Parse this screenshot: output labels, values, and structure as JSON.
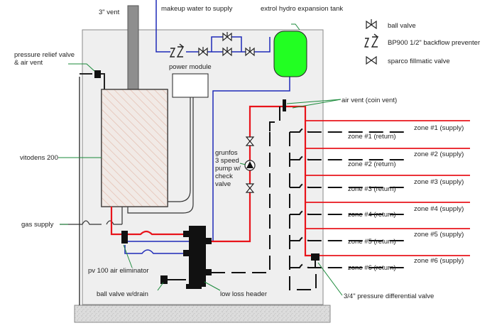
{
  "labels": {
    "vent": "3\" vent",
    "makeup_water": "makeup water to supply",
    "expansion_tank": "extrol hydro expansion tank",
    "pressure_relief_line1": "pressure relief valve",
    "pressure_relief_line2": "& air vent",
    "power_module": "power module",
    "air_vent": "air vent (coin vent)",
    "pump_line1": "grunfos",
    "pump_line2": "3 speed",
    "pump_line3": "pump w/",
    "pump_line4": "check",
    "pump_line5": "valve",
    "boiler": "vitodens 200",
    "gas_supply": "gas supply",
    "air_eliminator": "pv 100 air eliminator",
    "ball_valve_drain": "ball valve w/drain",
    "low_loss_header": "low loss header",
    "pressure_diff_valve": "3/4\" pressure differential valve"
  },
  "legend": [
    {
      "symbol": "ball-valve",
      "label": "ball valve"
    },
    {
      "symbol": "backflow-preventer",
      "label": "BP900 1/2\" backflow preventer"
    },
    {
      "symbol": "fillmatic-valve",
      "label": "sparco fillmatic valve"
    }
  ],
  "zones": [
    {
      "supply": "zone #1 (supply)",
      "return": "zone #1 (return)"
    },
    {
      "supply": "zone #2 (supply)",
      "return": "zone #2 (return)"
    },
    {
      "supply": "zone #3 (supply)",
      "return": "zone #3 (return)"
    },
    {
      "supply": "zone #4 (supply)",
      "return": "zone #4 (return)"
    },
    {
      "supply": "zone #5 (supply)",
      "return": "zone #5 (return)"
    },
    {
      "supply": "zone #6 (supply)",
      "return": "zone #6 (return)"
    }
  ],
  "colors": {
    "supply_pipe": "#e8141b",
    "makeup_pipe": "#1f2ab8",
    "tank": "#22ff22",
    "boiler_hatch": "#e4b8a8",
    "panel": "#efefef",
    "base": "#d8d8d8"
  }
}
